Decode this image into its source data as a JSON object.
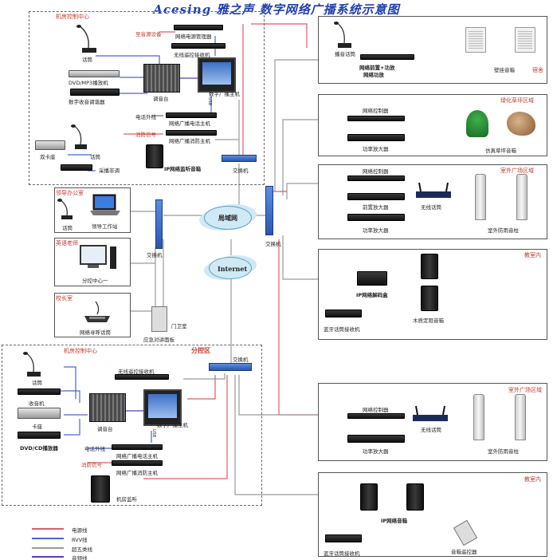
{
  "title": "Acesing 雅之声 数字网络广播系统示意图",
  "colors": {
    "power_line": "#e45a6a",
    "rvv_line": "#4a63d8",
    "utp_line": "#9a9a9a",
    "audio_line": "#5a3fb0",
    "zone_title": "#c0392b"
  },
  "machine_room": {
    "title": "机房控制中心",
    "items": {
      "audio_device": "至音源设备",
      "power_manager": "网络电源管理器",
      "wireless_rx": "无线遥控接收机",
      "mic": "话筒",
      "dvd_mp3": "DVD/MP3播放机",
      "tuner": "数字收音调谐器",
      "mixer": "调音台",
      "host": "数字广播主机",
      "phone_line": "电话外线",
      "phone_host": "网络广播电话主机",
      "fire_signal": "消防信号",
      "fire_host": "网络广播消防主机",
      "dual_deck": "双卡座",
      "mic2": "话筒",
      "mixer_amp": "采播非调",
      "monitor_speaker": "IP网络监听音箱",
      "switch": "交换机",
      "cable_label": "USB"
    }
  },
  "left_offices": {
    "leader_title": "领导办公室",
    "mic": "话筒",
    "workstation": "领导工作站",
    "switch": "交换机",
    "english_title": "英语老师",
    "sub_center": "分控中心一",
    "principal_title": "校长室",
    "paging_mic": "网络寻呼话筒",
    "gate_label": "门卫室",
    "intercom_panel": "应急对讲面板"
  },
  "network": {
    "lan": "局域网",
    "internet": "Internet",
    "switch_mid": "交换机"
  },
  "right_zones": {
    "dorm": {
      "title": "宿舍",
      "mic": "播音话筒",
      "preamp": "网络前置+功放",
      "amp": "网络功放",
      "speaker": "壁挂音箱"
    },
    "lawn": {
      "title": "绿化草坪区域",
      "controller": "网络控制器",
      "amp": "功率放大器",
      "speaker": "仿真草坪音箱"
    },
    "outdoor1": {
      "title": "室外广场区域",
      "controller": "网络控制器",
      "preamp": "前置放大器",
      "wireless": "无线话筒",
      "amp": "功率放大器",
      "column": "室外防雨音柱"
    },
    "classroom1": {
      "title": "教室内",
      "decoder": "IP网络解码盒",
      "bt_rx": "蓝牙话筒接收机",
      "speaker": "木质定阻音箱"
    }
  },
  "sub_area": {
    "area_title": "分控区",
    "center_title": "机房控制中心",
    "switch": "交换机",
    "wireless_rx": "无线遥控接收机",
    "mic": "话筒",
    "radio": "收音机",
    "deck": "卡座",
    "dvd": "DVD/CD播放器",
    "mixer": "调音台",
    "host": "数字广播主机",
    "phone_line": "电话外线",
    "phone_host": "网络广播电话主机",
    "fire_signal": "消防信号",
    "fire_host": "网络广播消防主机",
    "monitor": "机房监听",
    "cable_label": "USB"
  },
  "right_zones_lower": {
    "outdoor2": {
      "title": "室外广场区域",
      "controller": "网络控制器",
      "amp": "功率放大器",
      "wireless": "无线话筒",
      "column": "室外防雨音柱"
    },
    "classroom2": {
      "title": "教室内",
      "bt_rx": "蓝牙话筒接收机",
      "speaker": "IP网络音箱",
      "remote": "音箱遥控器"
    }
  },
  "legend": [
    {
      "label": "电源线",
      "color": "#e45a6a"
    },
    {
      "label": "RVV线",
      "color": "#4a63d8"
    },
    {
      "label": "超五类线",
      "color": "#9a9a9a"
    },
    {
      "label": "音频线",
      "color": "#5a3fb0"
    }
  ]
}
